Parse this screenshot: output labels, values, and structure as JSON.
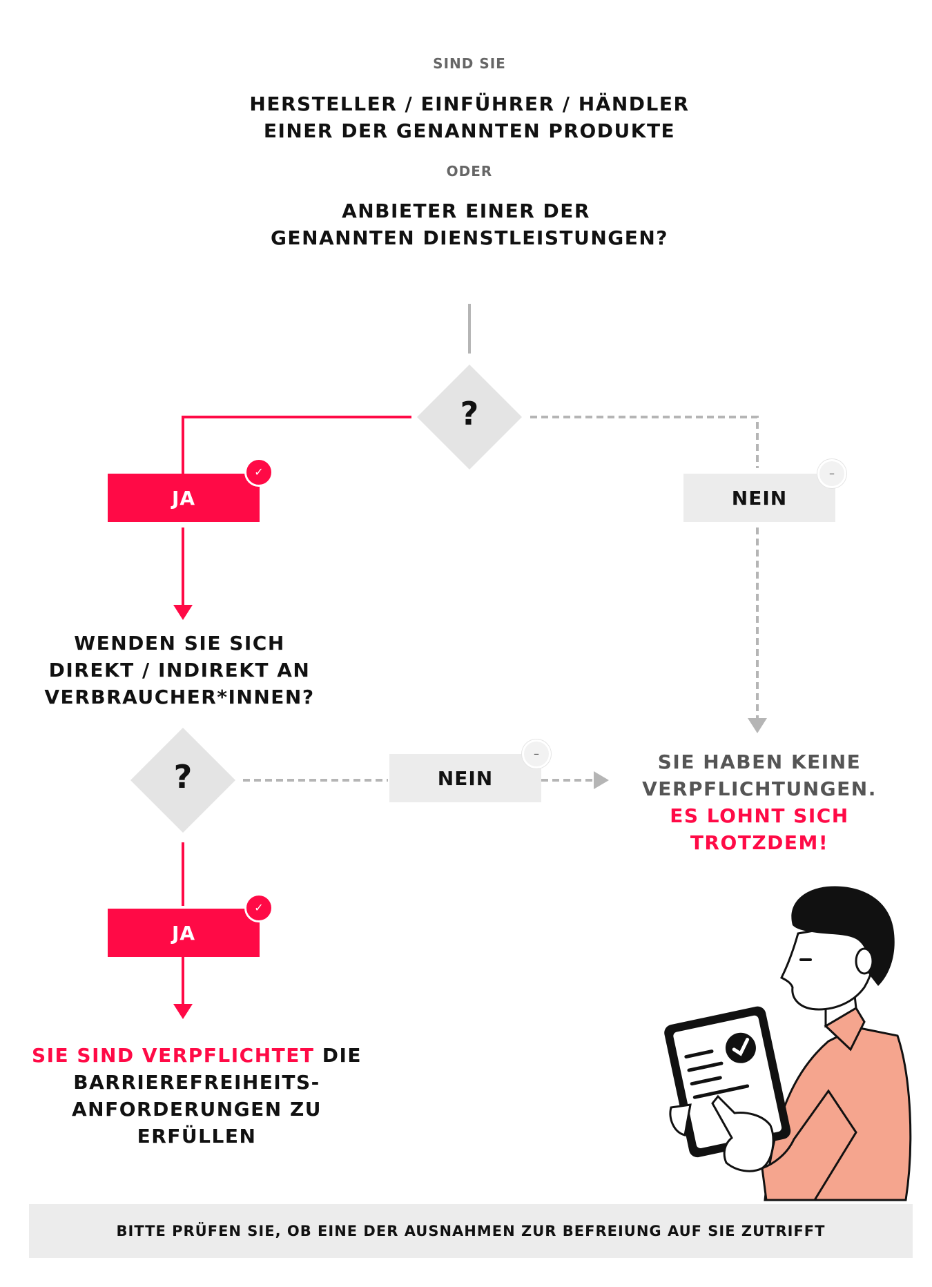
{
  "header": {
    "intro": "SIND SIE",
    "option1_line1": "HERSTELLER / EINFÜHRER / HÄNDLER",
    "option1_line2": "EINER DER GENANNTEN PRODUKTE",
    "separator": "ODER",
    "option2_line1": "ANBIETER EINER DER",
    "option2_line2": "GENANNTEN DIENSTLEISTUNGEN?"
  },
  "decision1": {
    "symbol": "?",
    "yes_label": "JA",
    "no_label": "NEIN",
    "yes_badge_icon": "check-icon",
    "no_badge_icon": "minus-icon",
    "yes_badge_glyph": "✓",
    "no_badge_glyph": "–"
  },
  "question2": {
    "line1": "WENDEN SIE SICH",
    "line2": "DIREKT / INDIREKT AN",
    "line3": "VERBRAUCHER*INNEN?"
  },
  "decision2": {
    "symbol": "?",
    "yes_label": "JA",
    "no_label": "NEIN",
    "yes_badge_glyph": "✓",
    "no_badge_glyph": "–"
  },
  "no_result": {
    "line1": "SIE HABEN KEINE",
    "line2": "VERPFLICHTUNGEN.",
    "line3": "ES LOHNT SICH TROTZDEM!"
  },
  "yes_result": {
    "line1_highlight": "SIE SIND VERPFLICHTET",
    "line1_rest": " DIE",
    "line2": "BARRIEREFREIHEITS-",
    "line3": "ANFORDERUNGEN ZU ERFÜLLEN"
  },
  "footer": {
    "note": "BITTE PRÜFEN SIE, OB EINE DER AUSNAHMEN ZUR BEFREIUNG AUF SIE ZUTRIFFT"
  },
  "illustration": {
    "subject": "person-with-tablet-illustration"
  },
  "colors": {
    "accent": "#ff0a46",
    "neutral_box": "#ececec",
    "connector_gray": "#b5b5b5",
    "skin": "#f5a58e",
    "text": "#111111",
    "muted_text": "#666666"
  }
}
